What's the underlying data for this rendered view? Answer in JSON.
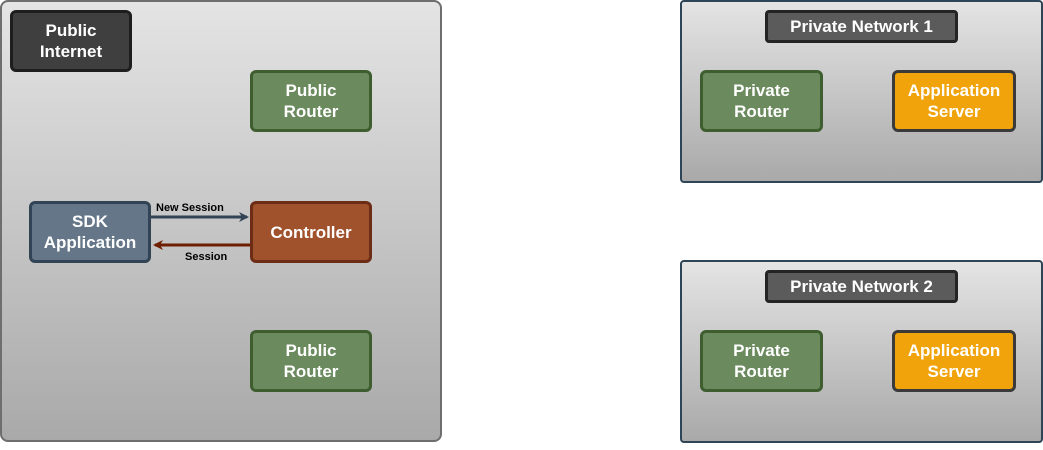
{
  "regions": {
    "public_internet": {
      "label": "Public\nInternet"
    },
    "private_network_1": {
      "label": "Private Network 1"
    },
    "private_network_2": {
      "label": "Private Network 2"
    }
  },
  "nodes": {
    "public_router_top": "Public\nRouter",
    "public_router_bottom": "Public\nRouter",
    "sdk_application": "SDK\nApplication",
    "controller": "Controller",
    "private_router_1": "Private\nRouter",
    "application_server_1": "Application\nServer",
    "private_router_2": "Private\nRouter",
    "application_server_2": "Application\nServer"
  },
  "edges": {
    "new_session": "New Session",
    "session": "Session"
  },
  "colors": {
    "public_router": "#6b8a5e",
    "application_server": "#f0a30a",
    "sdk_application": "#647687",
    "controller": "#a0522d",
    "new_session_arrow": "#314354",
    "session_arrow": "#6d1f00"
  }
}
